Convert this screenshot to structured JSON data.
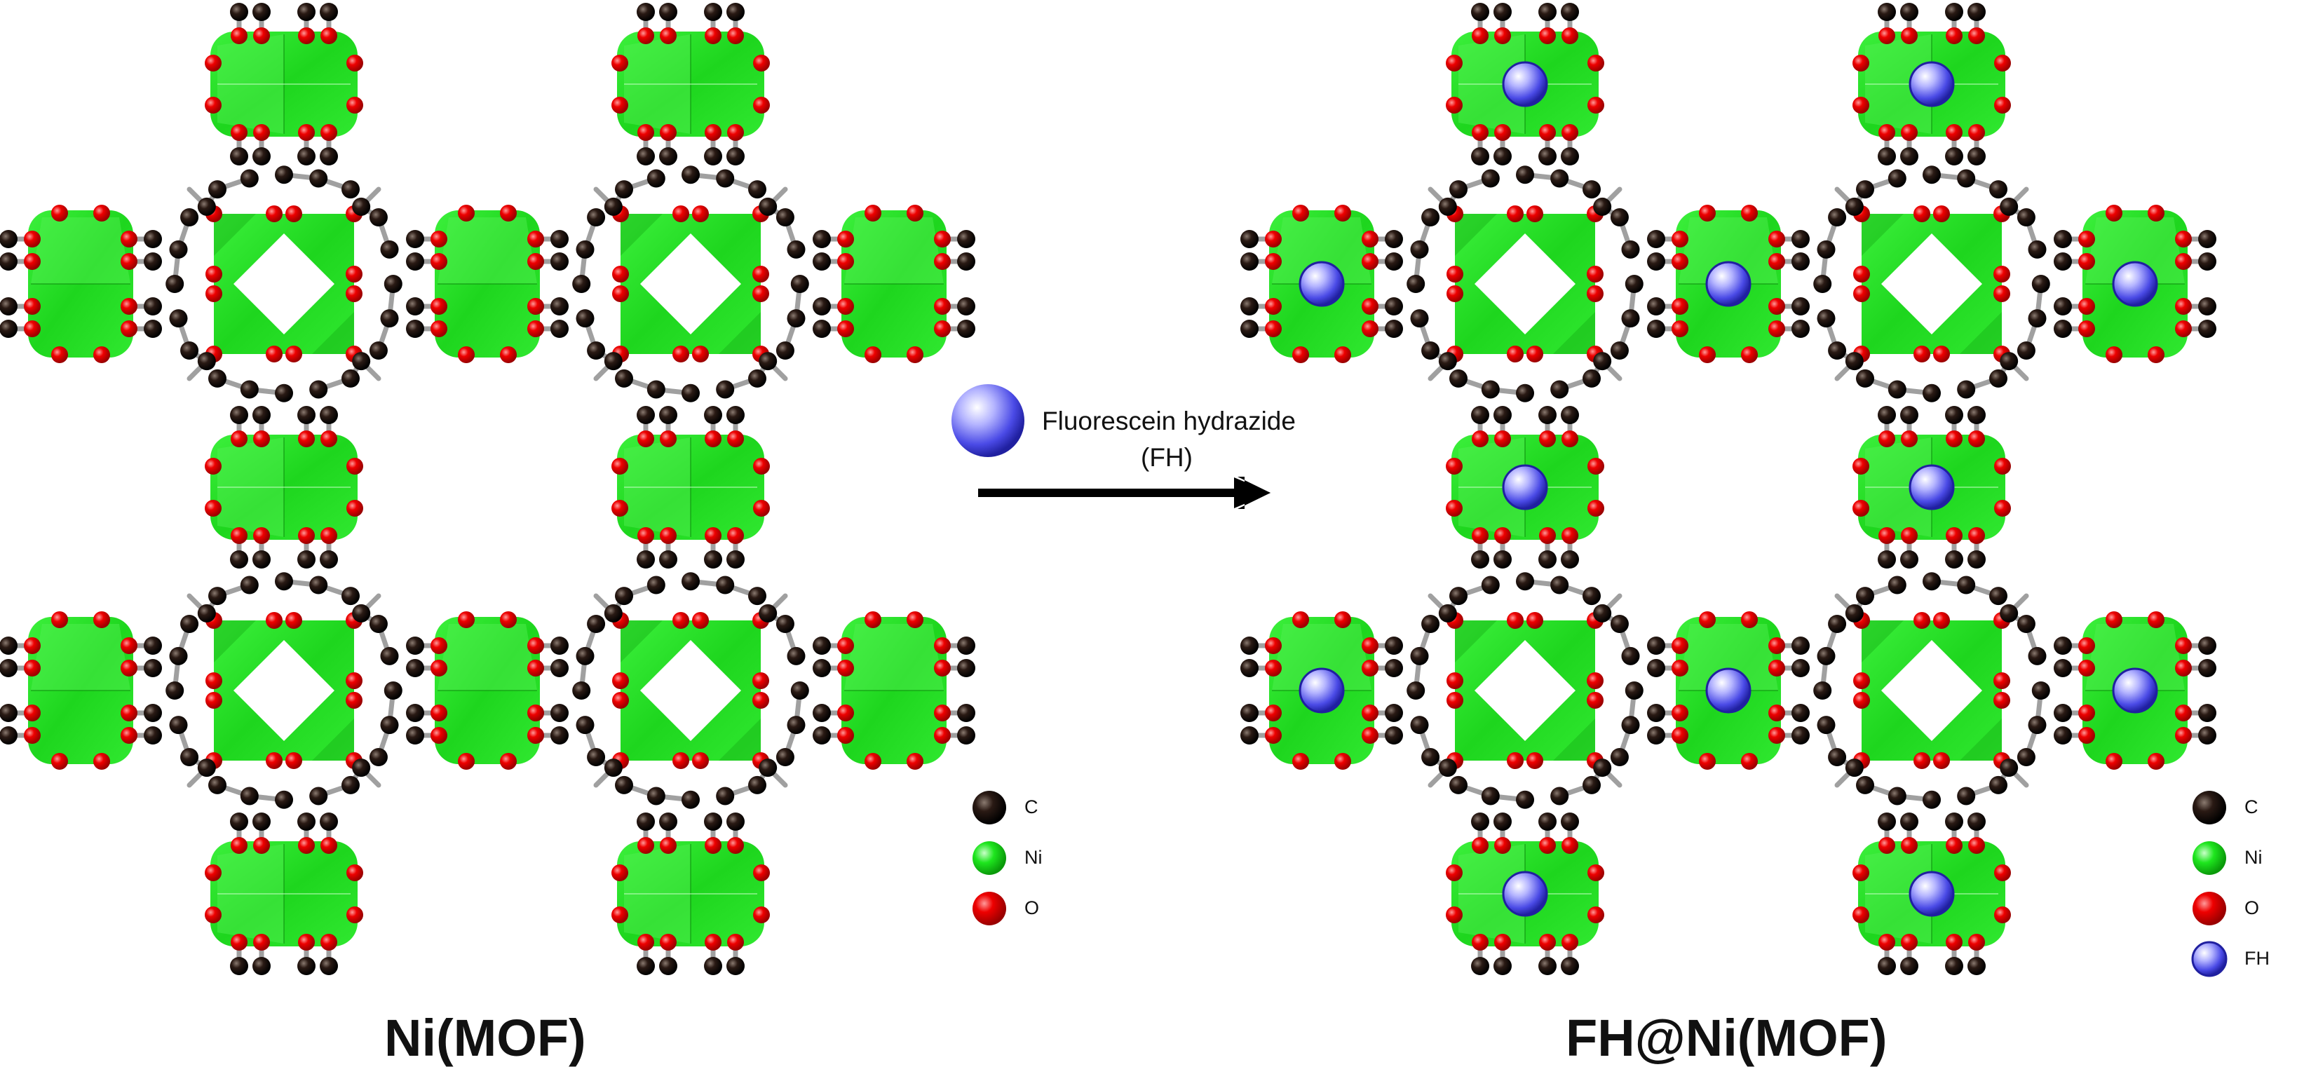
{
  "panels": {
    "left_title": "Ni(MOF)",
    "right_title": "FH@Ni(MOF)"
  },
  "reagent": {
    "name": "Fluorescein hydrazide",
    "abbreviation": "(FH)"
  },
  "legend_left": [
    {
      "label": "C",
      "color": "#1a100c"
    },
    {
      "label": "Ni",
      "color": "#16e316"
    },
    {
      "label": "O",
      "color": "#e60000"
    }
  ],
  "legend_right": [
    {
      "label": "C",
      "color": "#1a100c"
    },
    {
      "label": "Ni",
      "color": "#16e316"
    },
    {
      "label": "O",
      "color": "#e60000"
    },
    {
      "label": "FH",
      "color": "#4a4ae6"
    }
  ],
  "colors": {
    "carbon": "#1a100c",
    "nickel_polyhedra": "#22e622",
    "oxygen": "#e60000",
    "bond": "#9a9a9a",
    "guest_fh": "#4a4ae6",
    "arrow": "#000000"
  }
}
